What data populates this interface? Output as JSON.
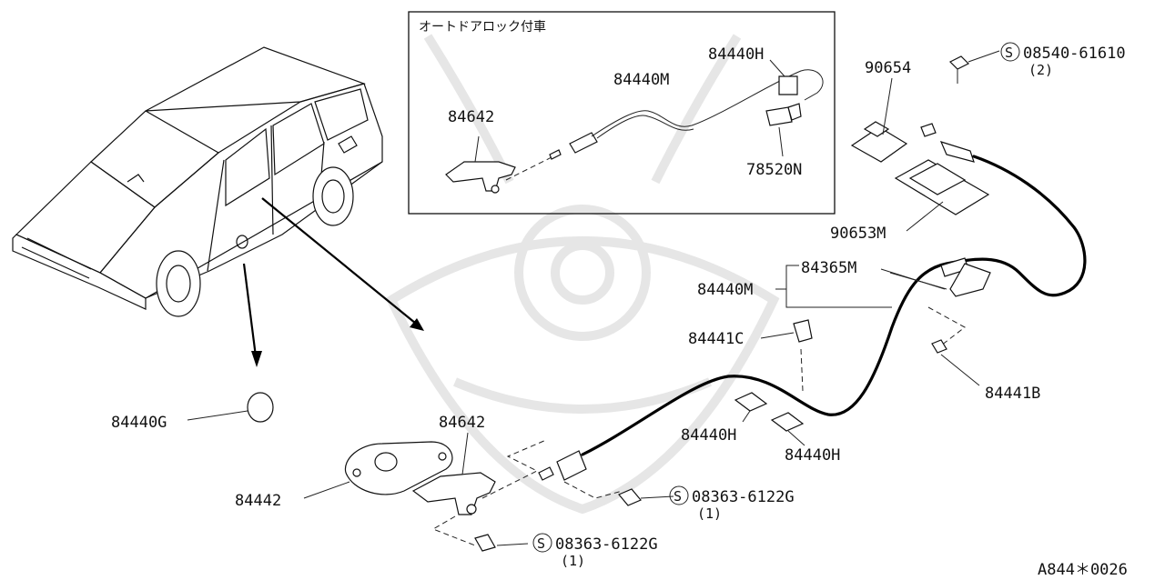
{
  "inset_box": {
    "title": "オートドアロック付車"
  },
  "labels": {
    "inset_84642": "84642",
    "inset_84440M": "84440M",
    "inset_84440H": "84440H",
    "inset_78520N": "78520N",
    "p90654": "90654",
    "p90653M": "90653M",
    "p08540": "08540-61610",
    "p08540_qty": "(2)",
    "p84440M": "84440M",
    "p84365M": "84365M",
    "p84441C": "84441C",
    "p84441B": "84441B",
    "p84440H_a": "84440H",
    "p84440H_b": "84440H",
    "p84440G": "84440G",
    "p84642": "84642",
    "p84442": "84442",
    "p08363_a": "08363-6122G",
    "p08363_a_qty": "(1)",
    "p08363_b": "08363-6122G",
    "p08363_b_qty": "(1)",
    "screw_symbol": "S",
    "diagram_code": "A844＊0026"
  },
  "colors": {
    "line": "#111111",
    "background": "#ffffff",
    "watermark": "#e6e6e6"
  }
}
